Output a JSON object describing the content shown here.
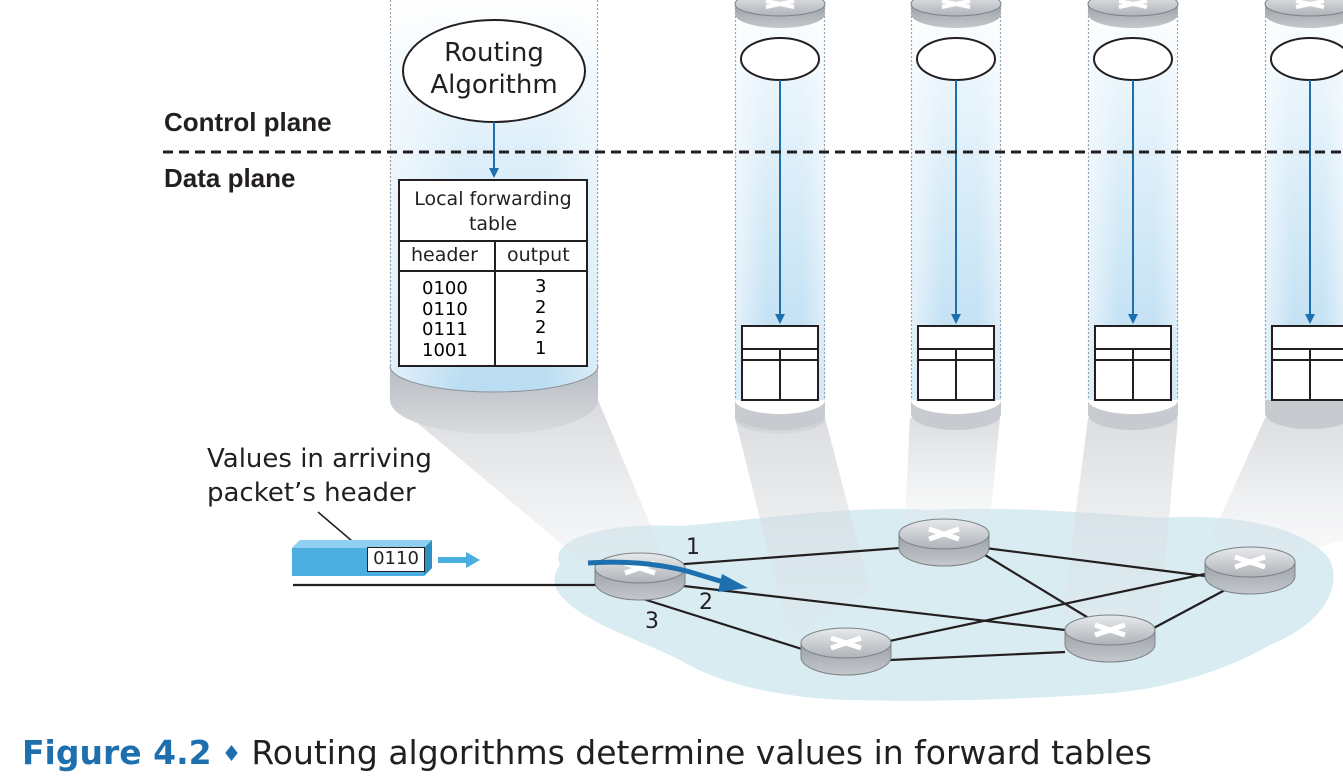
{
  "figure": {
    "number": "Figure 4.2",
    "separator": "♦",
    "caption": "Routing algorithms determine values in forward tables"
  },
  "planes": {
    "control": "Control plane",
    "data": "Data plane"
  },
  "routing_algorithm": "Routing\nAlgorithm",
  "forwarding_table": {
    "title": "Local forwarding\ntable",
    "columns": [
      "header",
      "output"
    ],
    "rows": [
      {
        "header": "0100",
        "output": "3"
      },
      {
        "header": "0110",
        "output": "2"
      },
      {
        "header": "0111",
        "output": "2"
      },
      {
        "header": "1001",
        "output": "1"
      }
    ]
  },
  "annotation": {
    "line1": "Values in arriving",
    "line2": "packet’s header"
  },
  "packet": {
    "header_value": "0110"
  },
  "ports": [
    "1",
    "2",
    "3"
  ],
  "colors": {
    "accent": "#1d6fae",
    "column_fill": "#c9e3f3",
    "network_cloud": "#d9ecf2",
    "packet": "#4aaee0"
  }
}
